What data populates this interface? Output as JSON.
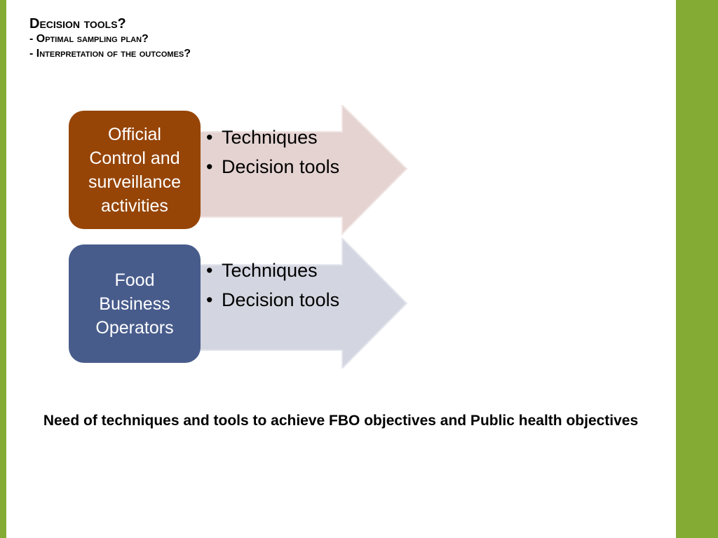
{
  "heading": {
    "title": "Decision tools?",
    "line2": "- Optimal sampling plan?",
    "line3": "- Interpretation of the outcomes?"
  },
  "diagram": {
    "rows": [
      {
        "box_lines": [
          "Official",
          "Control and",
          "surveillance",
          "activities"
        ],
        "box_color": "#964507",
        "arrow_color": "#e4d3d1",
        "bullets": [
          "Techniques",
          "Decision tools"
        ]
      },
      {
        "box_lines": [
          "Food",
          "Business",
          "Operators"
        ],
        "box_color": "#485c8c",
        "arrow_color": "#d3d6e0",
        "bullets": [
          "Techniques",
          "Decision tools"
        ]
      }
    ]
  },
  "footer": {
    "text": "Need of techniques and tools to achieve FBO objectives and Public health objectives"
  },
  "colors": {
    "side_bar": "#84ac35"
  }
}
